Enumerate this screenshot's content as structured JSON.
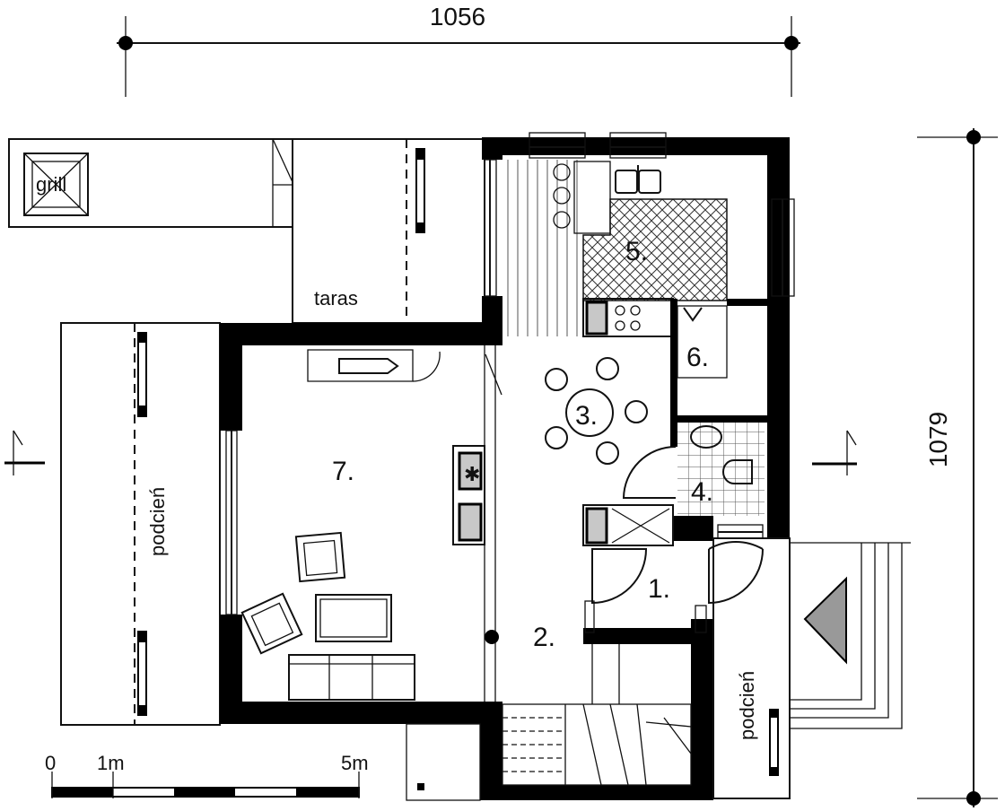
{
  "dimensions": {
    "width_label": "1056",
    "depth_label": "1079"
  },
  "outdoor": {
    "grill_label": "grill",
    "terrace_label": "taras",
    "porch_left_label": "podcień",
    "porch_right_label": "podcień"
  },
  "rooms": [
    {
      "number": "1."
    },
    {
      "number": "2."
    },
    {
      "number": "3."
    },
    {
      "number": "4."
    },
    {
      "number": "5."
    },
    {
      "number": "6."
    },
    {
      "number": "7."
    }
  ],
  "scale_bar": {
    "zero": "0",
    "one": "1m",
    "five": "5m"
  },
  "colors": {
    "wall": "#000000",
    "fill_gray": "#c8c8c8"
  }
}
